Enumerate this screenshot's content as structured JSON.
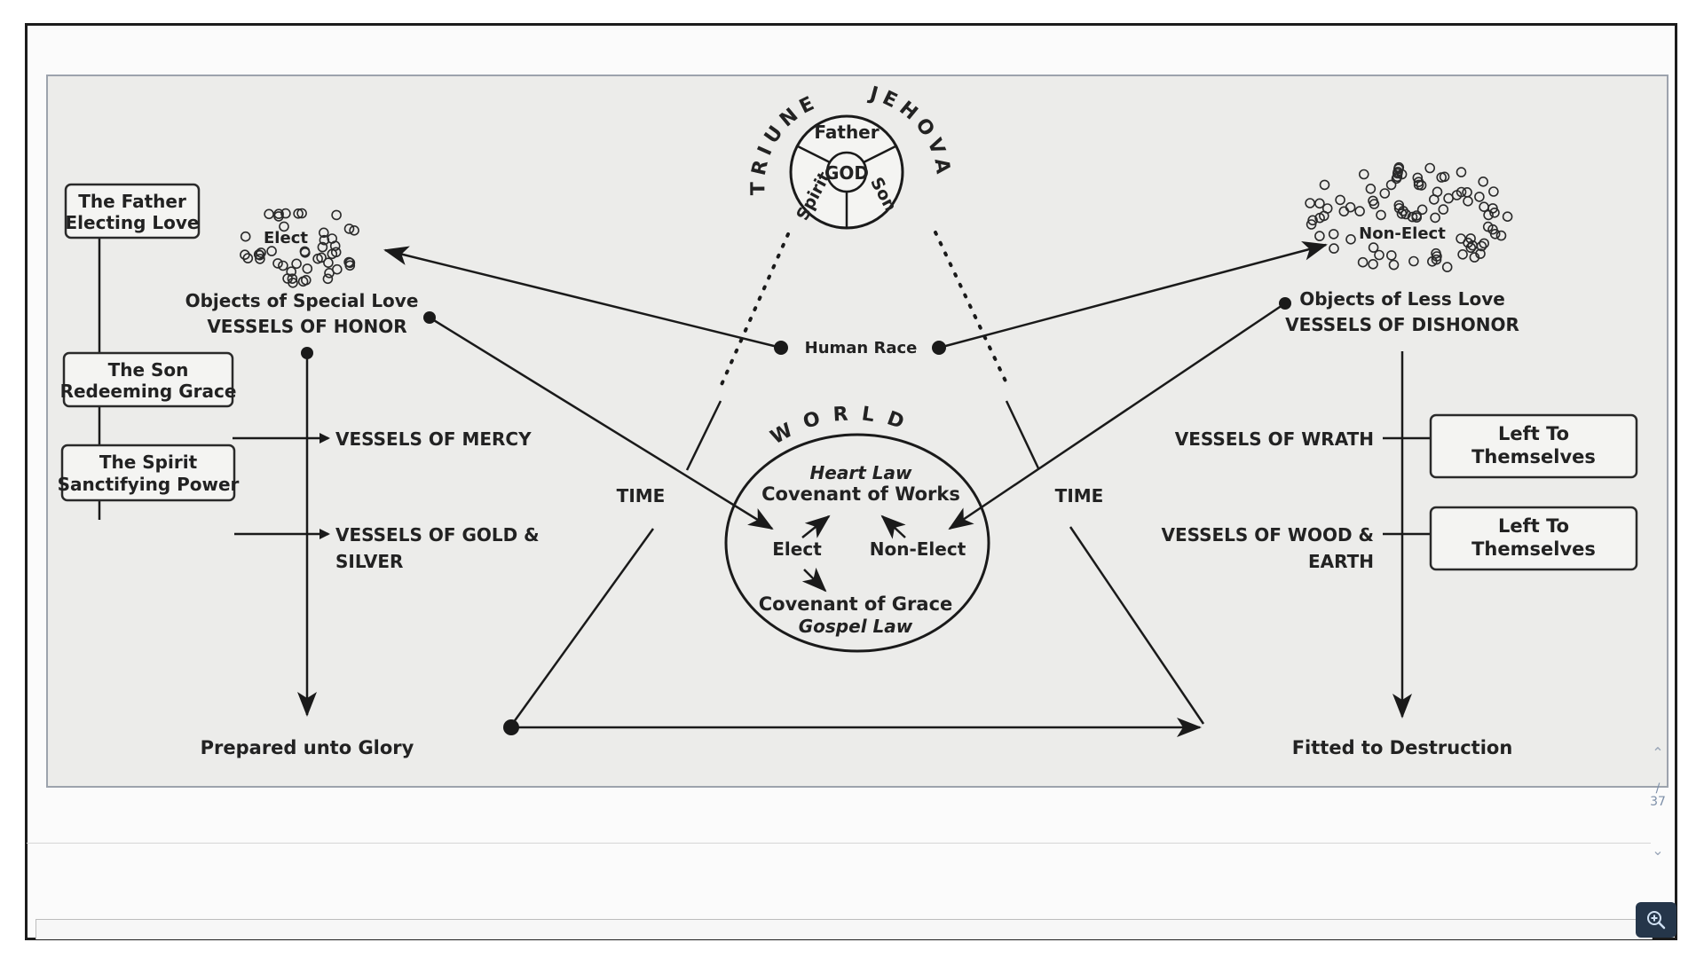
{
  "diagram": {
    "god_circle": {
      "outer_words": [
        "TRIUNE",
        "JEHOVAH"
      ],
      "center": "GOD",
      "father": "Father",
      "spirit": "Spirit",
      "son": "Son"
    },
    "left": {
      "father_box": [
        "The Father",
        "Electing Love"
      ],
      "son_box": [
        "The Son",
        "Redeeming Grace"
      ],
      "spirit_box": [
        "The Spirit",
        "Sanctifying Power"
      ],
      "elect_cluster": "Elect",
      "objects": "Objects of Special Love",
      "vessels": "VESSELS OF HONOR",
      "mercy": "VESSELS OF MERCY",
      "gold": [
        "VESSELS OF GOLD &",
        "SILVER"
      ],
      "end": "Prepared unto Glory"
    },
    "right": {
      "nonelect_cluster": "Non-Elect",
      "objects": "Objects of Less Love",
      "vessels": "VESSELS OF DISHONOR",
      "wrath": "VESSELS OF WRATH",
      "wood": [
        "VESSELS OF WOOD &",
        "EARTH"
      ],
      "box1": [
        "Left To",
        "Themselves"
      ],
      "box2": [
        "Left To",
        "Themselves"
      ],
      "end": "Fitted to Destruction"
    },
    "center": {
      "human_race": "Human Race",
      "time_left": "TIME",
      "time_right": "TIME",
      "world_letters": [
        "W",
        "O",
        "R",
        "L",
        "D"
      ],
      "heart_law": "Heart Law",
      "covenant_works": "Covenant of Works",
      "elect": "Elect",
      "non_elect": "Non-Elect",
      "covenant_grace": "Covenant of Grace",
      "gospel_law": "Gospel Law"
    }
  },
  "viewer": {
    "page_number": "37",
    "page_slash": "/"
  }
}
